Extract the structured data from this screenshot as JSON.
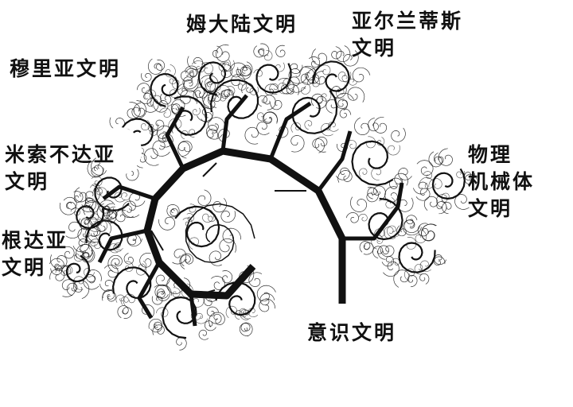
{
  "labels": {
    "muda": "姆大陆文明",
    "atlantis_line1": "亚尔兰蒂斯",
    "atlantis_line2": "文明",
    "mu_li": "穆里亚文明",
    "misonda_line1": "米索不达亚",
    "misonda_line2": "文明",
    "physical_line1": "物理",
    "physical_line2": "机械体",
    "physical_line3": "文明",
    "gendaya_line1": "根达亚",
    "gendaya_line2": "文明",
    "consciousness": "意识文明"
  },
  "colors": {
    "ink": "#111111",
    "background": "#ffffff"
  }
}
